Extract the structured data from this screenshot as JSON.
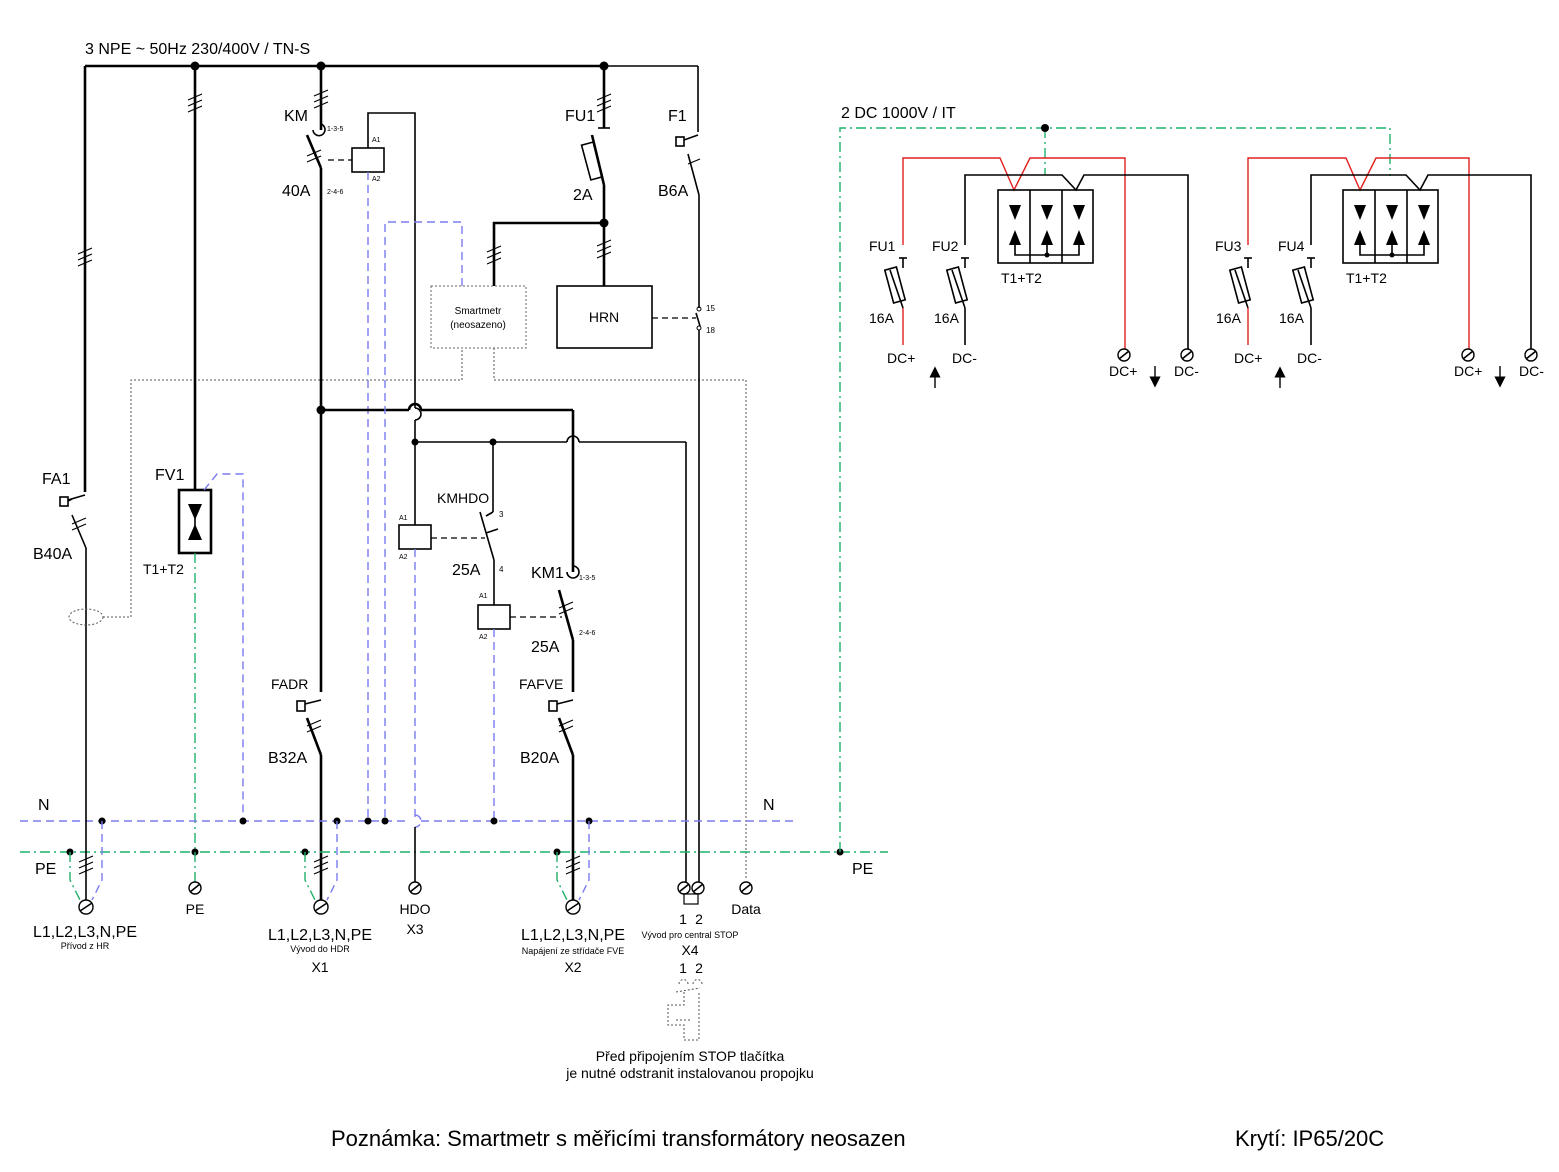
{
  "supply": "3 NPE ~ 50Hz  230/400V / TN-S",
  "dc_system": "2 DC 1000V / IT",
  "devices": {
    "fa1": {
      "name": "FA1",
      "rating": "B40A"
    },
    "fv1": {
      "name": "FV1",
      "type": "T1+T2"
    },
    "km": {
      "name": "KM",
      "rating": "40A",
      "main_contacts": "1-3-5",
      "aux_contacts": "2-4-6",
      "coil_a1": "A1",
      "coil_a2": "A2"
    },
    "fu1_ac": {
      "name": "FU1",
      "rating": "2A"
    },
    "f1": {
      "name": "F1",
      "rating": "B6A"
    },
    "smartmetr": {
      "line1": "Smartmetr",
      "line2": "(neosazeno)"
    },
    "hrn": {
      "name": "HRN",
      "pin_a": "15",
      "pin_b": "18"
    },
    "kmhdo": {
      "name": "KMHDO",
      "rating": "25A",
      "pin_a": "3",
      "pin_b": "4",
      "coil_a1": "A1",
      "coil_a2": "A2"
    },
    "km1": {
      "name": "KM1",
      "rating": "25A",
      "main_contacts": "1-3-5",
      "aux_contacts": "2-4-6",
      "coil_a1": "A1",
      "coil_a2": "A2"
    },
    "fadr": {
      "name": "FADR",
      "rating": "B32A"
    },
    "fafve": {
      "name": "FAFVE",
      "rating": "B20A"
    }
  },
  "busbars": {
    "n_left": "N",
    "n_right": "N",
    "pe_left": "PE",
    "pe_right": "PE"
  },
  "terminals": {
    "supply": {
      "label": "L1,L2,L3,N,PE",
      "sub": "Přívod z HR"
    },
    "pe": {
      "label": "PE"
    },
    "x1": {
      "label": "L1,L2,L3,N,PE",
      "sub": "Vývod do HDR",
      "id": "X1"
    },
    "hdo": {
      "label": "HDO",
      "id": "X3"
    },
    "x2": {
      "label": "L1,L2,L3,N,PE",
      "sub": "Napájení ze střídače FVE",
      "id": "X2"
    },
    "x4": {
      "pin1": "1",
      "pin2": "2",
      "sub": "Vývod pro central STOP",
      "id": "X4",
      "pin1b": "1",
      "pin2b": "2"
    },
    "data": {
      "label": "Data"
    }
  },
  "stop_note": {
    "line1": "Před připojením STOP tlačítka",
    "line2": "je nutné odstranit instalovanou propojku"
  },
  "dc_side": {
    "group1": {
      "fu_a": {
        "name": "FU1",
        "rating": "16A",
        "terminal": "DC+"
      },
      "fu_b": {
        "name": "FU2",
        "rating": "16A",
        "terminal": "DC-"
      },
      "spd": "T1+T2",
      "out_plus": "DC+",
      "out_minus": "DC-"
    },
    "group2": {
      "fu_a": {
        "name": "FU3",
        "rating": "16A",
        "terminal": "DC+"
      },
      "fu_b": {
        "name": "FU4",
        "rating": "16A",
        "terminal": "DC-"
      },
      "spd": "T1+T2",
      "out_plus": "DC+",
      "out_minus": "DC-"
    }
  },
  "footer": {
    "note": "Poznámka: Smartmetr s měřicími transformátory neosazen",
    "protection": "Krytí: IP65/20C"
  },
  "colors": {
    "neutral": "#7b7bef",
    "pe": "#1fb06b",
    "dc_plus": "#e02020",
    "conductor": "#000000"
  }
}
